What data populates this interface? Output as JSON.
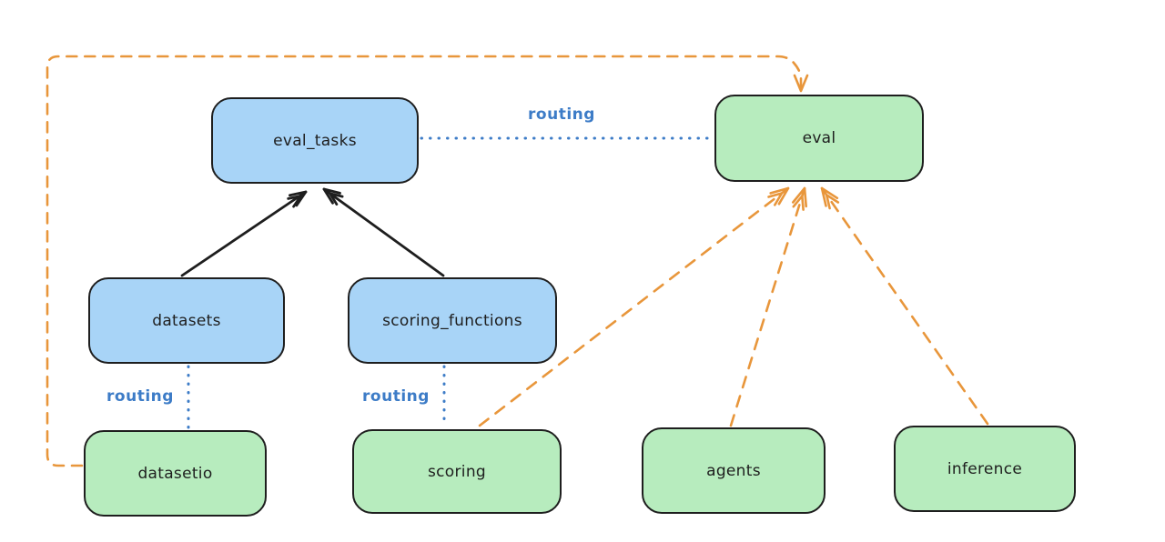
{
  "diagram": {
    "description": "hand-drawn architecture diagram of eval routing between APIs and providers",
    "colors": {
      "background": "#ffffff",
      "node_border": "#1e1e1e",
      "api_node_fill_blue": "#a8d4f7",
      "provider_node_fill_green": "#b7ecbe",
      "routing_line_blue": "#3d7cc7",
      "dependency_arrow_black": "#1e1e1e",
      "provider_arrow_orange": "#e8963b"
    },
    "nodes": [
      {
        "id": "eval_tasks",
        "label": "eval_tasks",
        "kind": "blue"
      },
      {
        "id": "eval",
        "label": "eval",
        "kind": "green"
      },
      {
        "id": "datasets",
        "label": "datasets",
        "kind": "blue"
      },
      {
        "id": "scoring_functions",
        "label": "scoring_functions",
        "kind": "blue"
      },
      {
        "id": "datasetio",
        "label": "datasetio",
        "kind": "green"
      },
      {
        "id": "scoring",
        "label": "scoring",
        "kind": "green"
      },
      {
        "id": "agents",
        "label": "agents",
        "kind": "green"
      },
      {
        "id": "inference",
        "label": "inference",
        "kind": "green"
      }
    ],
    "edge_labels": [
      {
        "id": "routing-eval_tasks-to-eval",
        "text": "routing"
      },
      {
        "id": "routing-datasets-to-datasetio",
        "text": "routing"
      },
      {
        "id": "routing-scoring_functions-scoring",
        "text": "routing"
      }
    ],
    "edges": [
      {
        "from": "datasets",
        "to": "eval_tasks",
        "style": "solid-black-arrow"
      },
      {
        "from": "scoring_functions",
        "to": "eval_tasks",
        "style": "solid-black-arrow"
      },
      {
        "from": "eval_tasks",
        "to": "eval",
        "style": "blue-dotted",
        "label": "routing"
      },
      {
        "from": "datasets",
        "to": "datasetio",
        "style": "blue-dotted",
        "label": "routing"
      },
      {
        "from": "scoring_functions",
        "to": "scoring",
        "style": "blue-dotted",
        "label": "routing"
      },
      {
        "from": "datasetio",
        "to": "eval",
        "style": "orange-dashed-arrow"
      },
      {
        "from": "scoring",
        "to": "eval",
        "style": "orange-dashed-arrow"
      },
      {
        "from": "agents",
        "to": "eval",
        "style": "orange-dashed-arrow"
      },
      {
        "from": "inference",
        "to": "eval",
        "style": "orange-dashed-arrow"
      }
    ]
  }
}
